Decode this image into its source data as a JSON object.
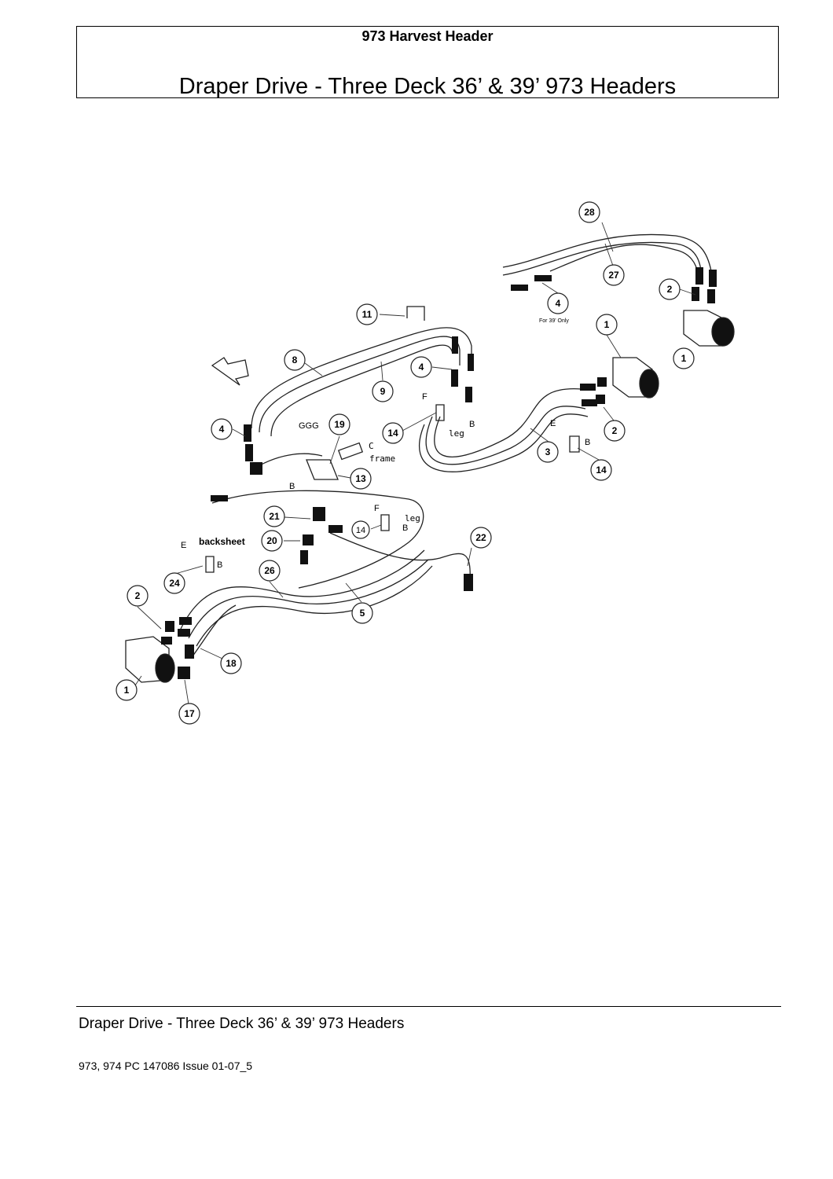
{
  "header": {
    "product": "973 Harvest Header",
    "title": "Draper Drive - Three Deck 36’ & 39’ 973 Headers"
  },
  "diagram": {
    "callouts": [
      "28",
      "27",
      "2",
      "4",
      "1",
      "1",
      "11",
      "8",
      "9",
      "4",
      "14",
      "2",
      "3",
      "14",
      "4",
      "19",
      "13",
      "21",
      "20",
      "14",
      "22",
      "24",
      "26",
      "5",
      "2",
      "18",
      "1",
      "17"
    ],
    "note_39": "For 39' Only",
    "labels": {
      "ggg": "GGG",
      "c": "C",
      "frame": "frame",
      "b1": "B",
      "b2": "B",
      "b3": "B",
      "b4": "B",
      "b5": "B",
      "f1": "F",
      "f2": "F",
      "e1": "E",
      "e2": "E",
      "leg1": "leg",
      "leg2": "leg",
      "backsheet": "backsheet"
    }
  },
  "footer": {
    "title": "Draper Drive - Three Deck 36’ & 39’ 973 Headers",
    "code": "973, 974 PC 147086 Issue 01-07_5"
  }
}
